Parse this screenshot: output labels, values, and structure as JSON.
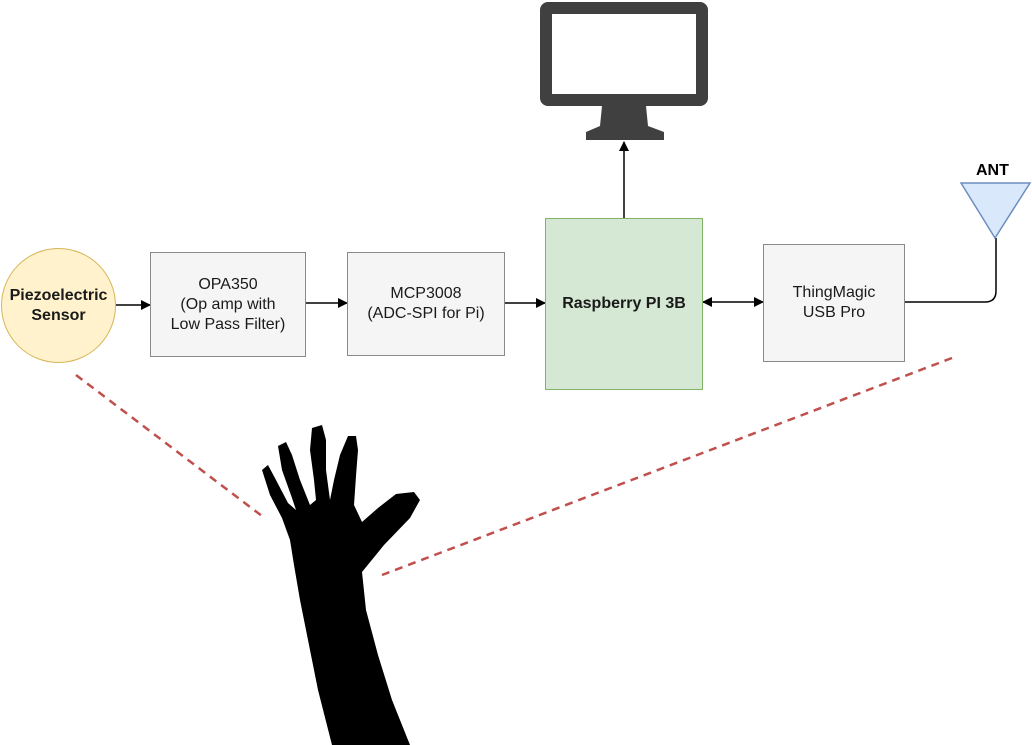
{
  "nodes": {
    "sensor": {
      "line1": "Piezoelectric",
      "line2": "Sensor"
    },
    "opamp": {
      "line1": "OPA350",
      "line2": "(Op amp with",
      "line3": "Low Pass Filter)"
    },
    "adc": {
      "line1": "MCP3008",
      "line2": "(ADC-SPI for Pi)"
    },
    "pi": {
      "label": "Raspberry PI 3B"
    },
    "rfid": {
      "line1": "ThingMagic",
      "line2": "USB Pro"
    },
    "antenna": {
      "label": "ANT"
    }
  },
  "colors": {
    "gray_fill": "#f5f5f5",
    "green_fill": "#d5e8d4",
    "sensor_fill": "#fff2cc",
    "antenna_fill": "#dae8fc",
    "monitor": "#404040",
    "dashed": "#c0504d"
  },
  "icons": [
    "monitor-icon",
    "antenna-icon",
    "hand-silhouette"
  ]
}
